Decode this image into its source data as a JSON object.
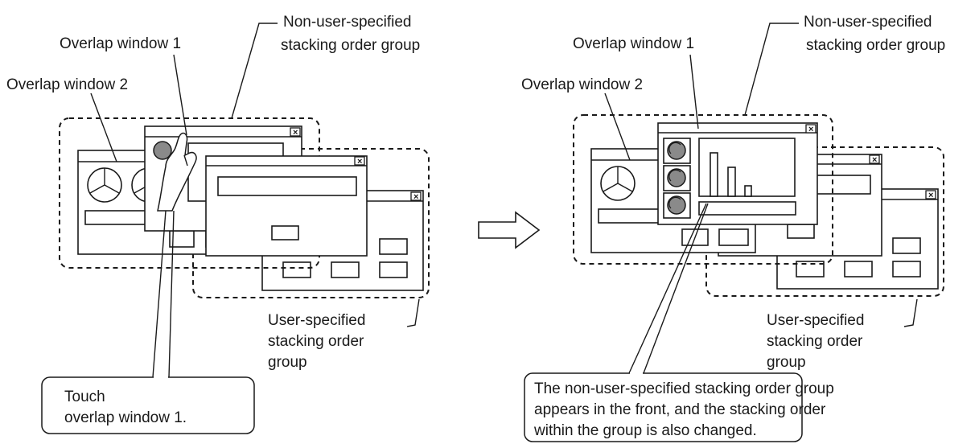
{
  "left": {
    "label_window1": "Overlap window 1",
    "label_window2": "Overlap window 2",
    "label_nonuser_line1": "Non-user-specified",
    "label_nonuser_line2": "stacking order group",
    "label_user_line1": "User-specified",
    "label_user_line2": "stacking order",
    "label_user_line3": "group",
    "callout_line1": "Touch",
    "callout_line2": "overlap window 1."
  },
  "right": {
    "label_window1": "Overlap window 1",
    "label_window2": "Overlap window 2",
    "label_nonuser_line1": "Non-user-specified",
    "label_nonuser_line2": "stacking order group",
    "label_user_line1": "User-specified",
    "label_user_line2": "stacking order",
    "label_user_line3": "group",
    "callout_line1": "The non-user-specified stacking order group",
    "callout_line2": "appears in the front, and the stacking order",
    "callout_line3": "within the group is also changed."
  },
  "close_glyph": "×",
  "icons": [
    "hand-pointer-icon",
    "arrow-right-icon",
    "close-icon",
    "gauge-icon",
    "pie-chart-icon",
    "bar-chart-icon"
  ],
  "colors": {
    "ink": "#1a1a1a",
    "lamp": "#8a8a8a"
  }
}
